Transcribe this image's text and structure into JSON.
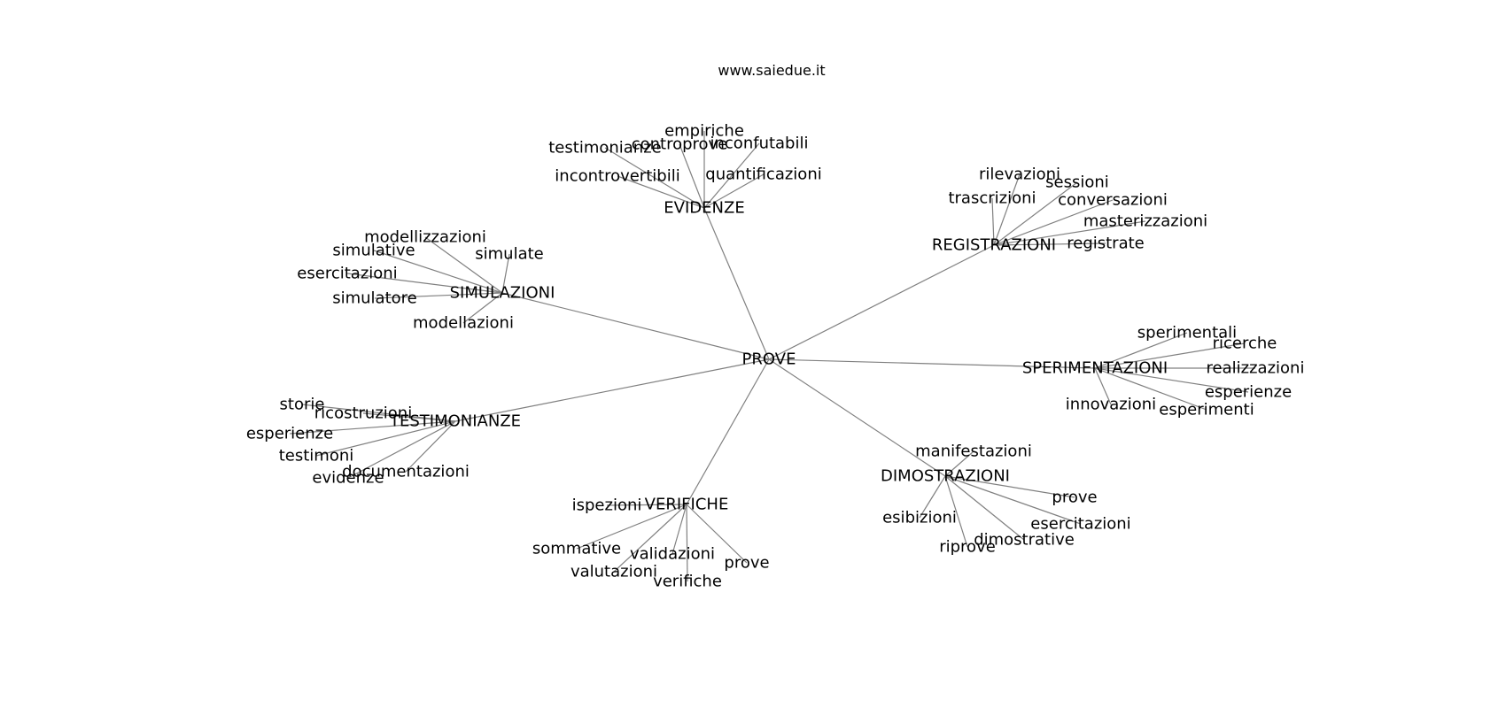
{
  "watermark": "www.saiedue.it",
  "graph": {
    "center": {
      "id": "c",
      "label": "PROVE"
    },
    "hubs": [
      {
        "id": "evidenze",
        "label": "EVIDENZE",
        "leaves": [
          "empiriche",
          "controprove",
          "inconfutabili",
          "testimonianze",
          "incontrovertibili",
          "quantificazioni"
        ]
      },
      {
        "id": "registrazioni",
        "label": "REGISTRAZIONI",
        "leaves": [
          "rilevazioni",
          "sessioni",
          "trascrizioni",
          "conversazioni",
          "masterizzazioni",
          "registrate"
        ]
      },
      {
        "id": "simulazioni",
        "label": "SIMULAZIONI",
        "leaves": [
          "modellizzazioni",
          "simulative",
          "simulate",
          "esercitazioni",
          "simulatore",
          "modellazioni"
        ]
      },
      {
        "id": "sperimentazioni",
        "label": "SPERIMENTAZIONI",
        "leaves": [
          "sperimentali",
          "ricerche",
          "realizzazioni",
          "esperienze",
          "innovazioni",
          "esperimenti"
        ]
      },
      {
        "id": "testimonianze",
        "label": "TESTIMONIANZE",
        "leaves": [
          "storie",
          "ricostruzioni",
          "esperienze",
          "testimoni",
          "documentazioni",
          "evidenze"
        ]
      },
      {
        "id": "dimostrazioni",
        "label": "DIMOSTRAZIONI",
        "leaves": [
          "manifestazioni",
          "prove",
          "esibizioni",
          "esercitazioni",
          "dimostrative",
          "riprove"
        ]
      },
      {
        "id": "verifiche",
        "label": "VERIFICHE",
        "leaves": [
          "ispezioni",
          "sommative",
          "validazioni",
          "prove",
          "valutazioni",
          "verifiche"
        ]
      }
    ]
  }
}
